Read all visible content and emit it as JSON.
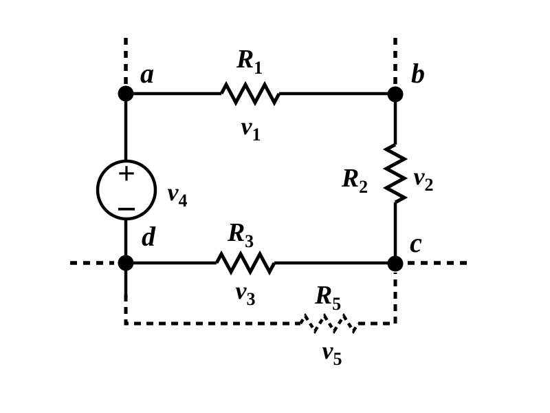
{
  "figure": {
    "type": "circuit-diagram",
    "background_color": "#ffffff",
    "ink_color": "#000000"
  },
  "labels": {
    "node_a": "a",
    "node_b": "b",
    "node_c": "c",
    "node_d": "d",
    "r1": {
      "base": "R",
      "sub": "1"
    },
    "r2": {
      "base": "R",
      "sub": "2"
    },
    "r3": {
      "base": "R",
      "sub": "3"
    },
    "r5": {
      "base": "R",
      "sub": "5"
    },
    "v1": {
      "base": "v",
      "sub": "1"
    },
    "v2": {
      "base": "v",
      "sub": "2"
    },
    "v3": {
      "base": "v",
      "sub": "3"
    },
    "v4": {
      "base": "v",
      "sub": "4"
    },
    "v5": {
      "base": "v",
      "sub": "5"
    },
    "polarity_plus": "+",
    "polarity_minus": "−"
  },
  "circuit": {
    "nodes": [
      "a",
      "b",
      "c",
      "d"
    ],
    "elements": [
      {
        "id": "R1",
        "type": "resistor",
        "between": [
          "a",
          "b"
        ],
        "edge": "top",
        "voltage_label": "v1",
        "line_style": "solid"
      },
      {
        "id": "R2",
        "type": "resistor",
        "between": [
          "b",
          "c"
        ],
        "edge": "right",
        "voltage_label": "v2",
        "line_style": "solid"
      },
      {
        "id": "R3",
        "type": "resistor",
        "between": [
          "d",
          "c"
        ],
        "edge": "bottom",
        "voltage_label": "v3",
        "line_style": "solid"
      },
      {
        "id": "v4",
        "type": "voltage-source",
        "between": [
          "a",
          "d"
        ],
        "edge": "left",
        "plus_terminal": "top (toward node a)",
        "minus_terminal": "bottom (toward node d)"
      },
      {
        "id": "R5",
        "type": "resistor",
        "between": [
          "d",
          "c"
        ],
        "edge": "outer-bottom-loop",
        "voltage_label": "v5",
        "line_style": "dashed"
      }
    ],
    "dashed_stubs": [
      "vertical above node a",
      "vertical above node b",
      "horizontal left of node d",
      "horizontal right of node c"
    ]
  }
}
